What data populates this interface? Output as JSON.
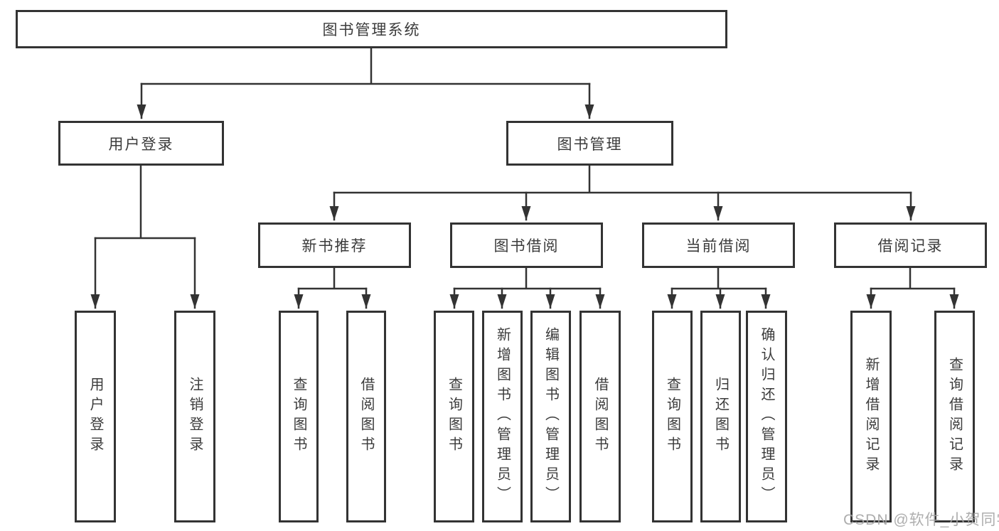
{
  "tree": {
    "root": {
      "label": "图书管理系统"
    },
    "branches": [
      {
        "label": "用户登录",
        "children": [
          {
            "label": "用户登录"
          },
          {
            "label": "注销登录"
          }
        ]
      },
      {
        "label": "图书管理",
        "children": [
          {
            "label": "新书推荐",
            "children": [
              {
                "label": "查询图书"
              },
              {
                "label": "借阅图书"
              }
            ]
          },
          {
            "label": "图书借阅",
            "children": [
              {
                "label": "查询图书"
              },
              {
                "label": "新增图书（管理员）"
              },
              {
                "label": "编辑图书（管理员）"
              },
              {
                "label": "借阅图书"
              }
            ]
          },
          {
            "label": "当前借阅",
            "children": [
              {
                "label": "查询图书"
              },
              {
                "label": "归还图书"
              },
              {
                "label": "确认归还（管理员）"
              }
            ]
          },
          {
            "label": "借阅记录",
            "children": [
              {
                "label": "新增借阅记录"
              },
              {
                "label": "查询借阅记录"
              }
            ]
          }
        ]
      }
    ]
  },
  "watermark": {
    "text": "CSDN @软件_小贺同学"
  },
  "colors": {
    "line": "#333333",
    "box_border": "#333333",
    "text": "#3b3b3b",
    "watermark": "#a5a5a5",
    "background": "#ffffff"
  }
}
